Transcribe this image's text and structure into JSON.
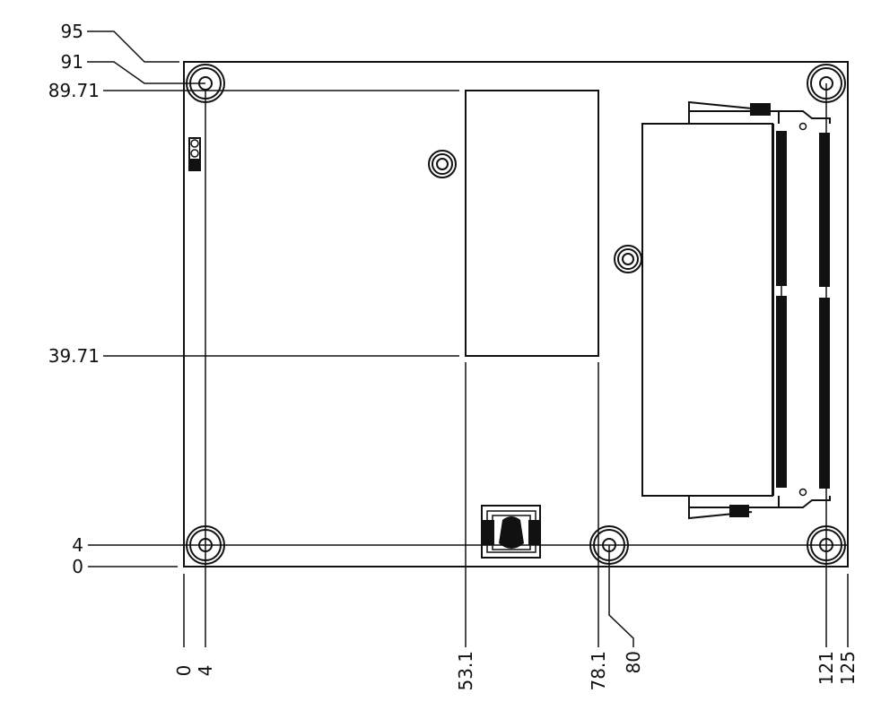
{
  "title": "Board mechanical dimension drawing (mm)",
  "vertical_dimensions": [
    "95",
    "91",
    "89.71",
    "39.71",
    "4",
    "0"
  ],
  "horizontal_dimensions": [
    "0",
    "4",
    "53.1",
    "78.1",
    "80",
    "121",
    "125"
  ],
  "colors": {
    "line": "#111111",
    "background": "#ffffff"
  }
}
